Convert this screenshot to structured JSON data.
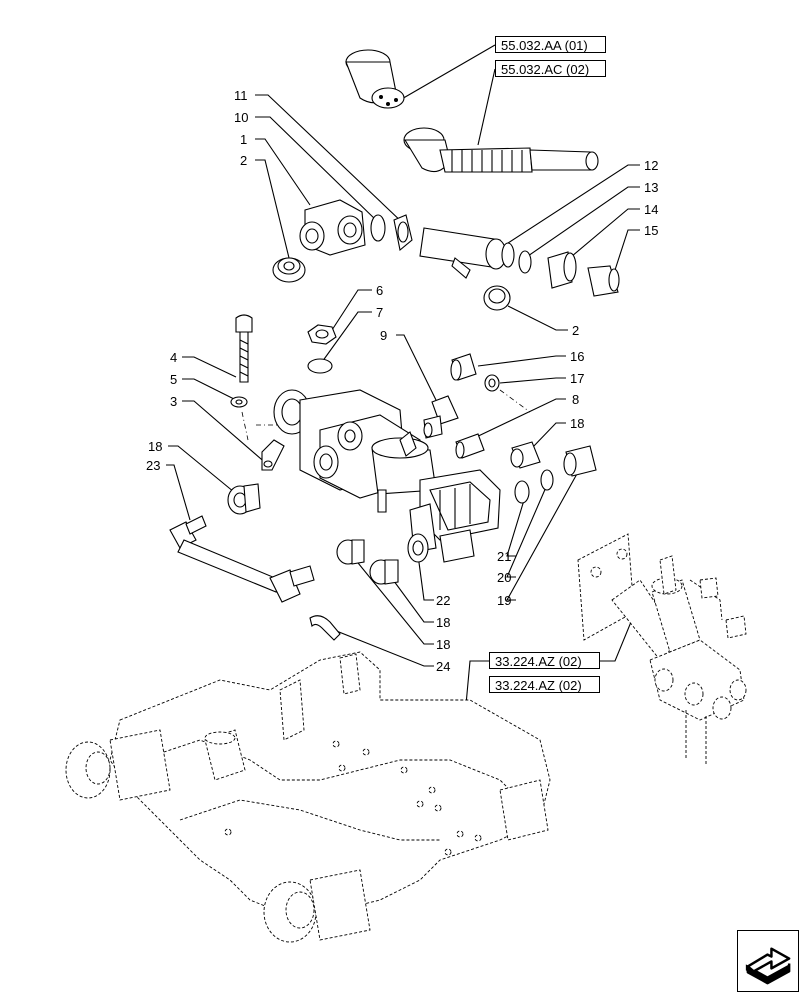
{
  "references": [
    {
      "id": "55.032.AA",
      "text": "55.032.AA (01)"
    },
    {
      "id": "55.032.AC",
      "text": "55.032.AC (02)"
    },
    {
      "id": "33.224.AZ-a",
      "text": "33.224.AZ (02)"
    },
    {
      "id": "33.224.AZ-b",
      "text": "33.224.AZ (02)"
    }
  ],
  "callouts": [
    "11",
    "10",
    "1",
    "2",
    "12",
    "13",
    "14",
    "15",
    "2",
    "6",
    "7",
    "9",
    "16",
    "4",
    "17",
    "5",
    "8",
    "3",
    "18",
    "18",
    "23",
    "21",
    "20",
    "19",
    "22",
    "18",
    "18",
    "24"
  ],
  "navigation_icon": "next-page-arrow-icon"
}
